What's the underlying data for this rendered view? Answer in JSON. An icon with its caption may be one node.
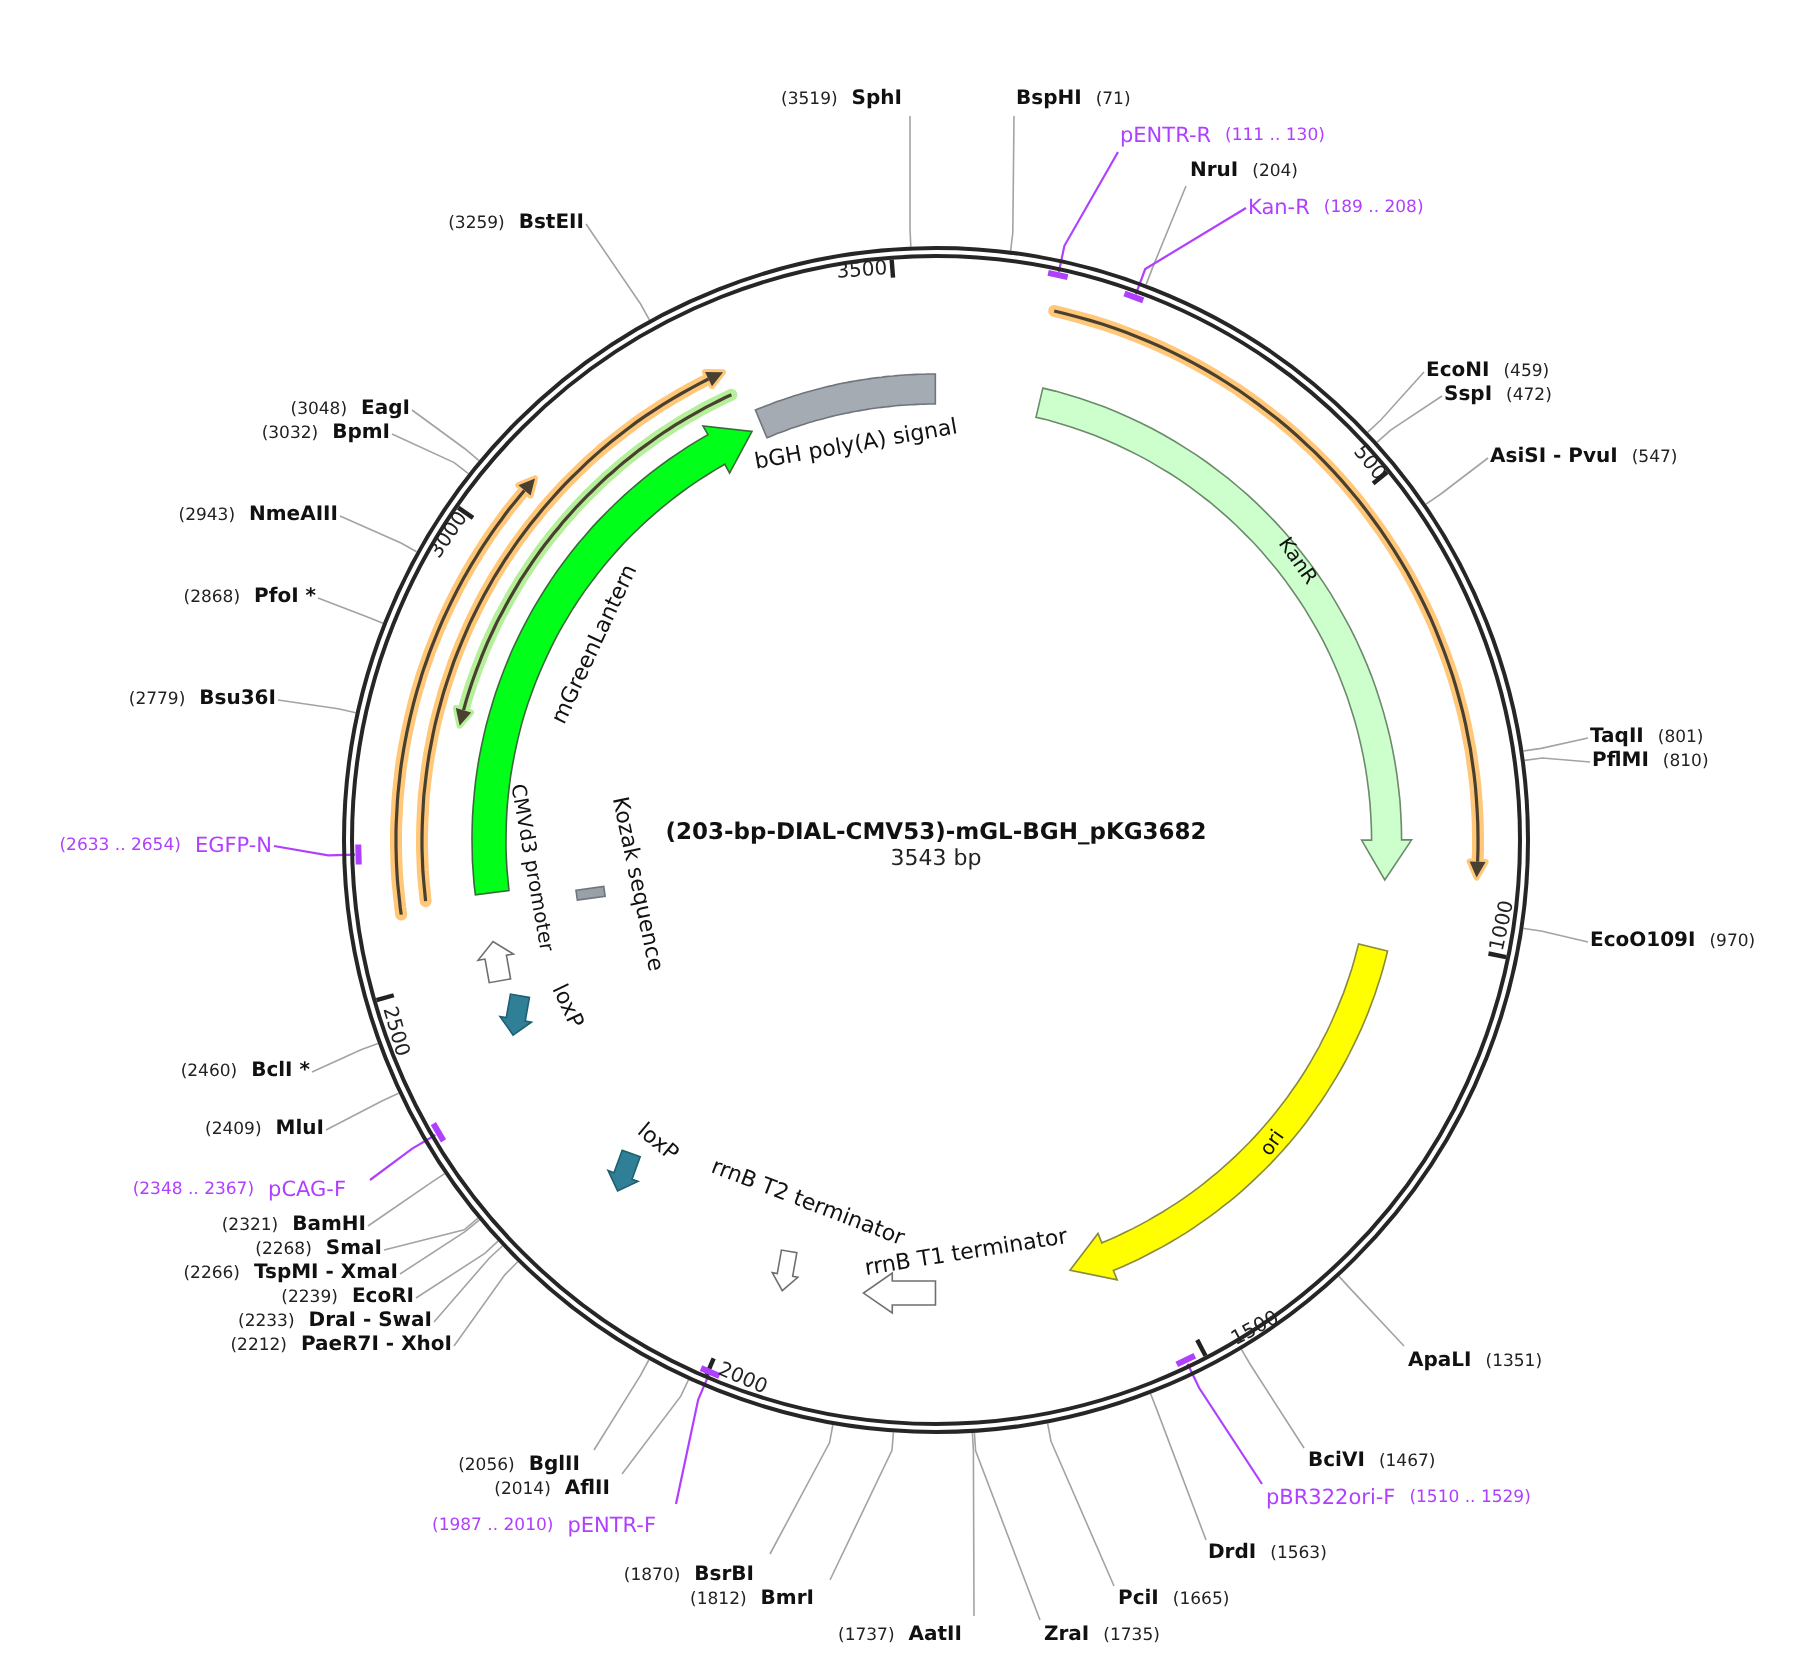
{
  "diagram": {
    "title": "(203-bp-DIAL-CMV53)-mGL-BGH_pKG3682",
    "nodes": [
      {
        "text": [],
        "shape": "circle"
      },
      {
        "text": [
          "bGH poly(A) signal"
        ],
        "in": 0
      },
      {
        "text": [
          "KanR"
        ],
        "in": 0
      },
      {
        "text": [
          "ori"
        ],
        "in": 0
      },
      {
        "text": [
          "rrnB T1 terminator"
        ],
        "in": 0
      },
      {
        "text": [
          "rrnB T2 terminator"
        ],
        "in": 0
      },
      {
        "text": [
          "loxP"
        ],
        "in": 0
      },
      {
        "text": [
          "loxP"
        ],
        "in": 0
      },
      {
        "text": [
          "CMVd3 promoter"
        ],
        "in": 0
      },
      {
        "text": [
          "Kozak sequence"
        ],
        "in": 0
      },
      {
        "text": [
          "mGreenLantern"
        ],
        "in": 0
      },
      {
        "text": [],
        "shape": "bar",
        "in": 0
      },
      {
        "text": [],
        "shape": "bar",
        "in": 0
      },
      {
        "text": [],
        "shape": "bar",
        "in": 0
      },
      {
        "text": [],
        "shape": "bar",
        "in": 0
      },
      {
        "text": [],
        "shape": "bar",
        "in": 0
      },
      {
        "text": [],
        "shape": "bar",
        "in": 0
      },
      {
        "text": [
          "(3519)",
          "SphI"
        ]
      },
      {
        "text": [
          "BspHI",
          "(71)"
        ]
      },
      {
        "text": [
          "pENTR-R",
          "(111 .. 130)"
        ]
      },
      {
        "text": [
          "NruI",
          "(204)"
        ]
      },
      {
        "text": [
          "Kan-R",
          "(189 .. 208)"
        ]
      },
      {
        "text": [
          "EcoNI",
          "(459)"
        ]
      },
      {
        "text": [
          "SspI",
          "(472)"
        ]
      },
      {
        "text": [
          "AsiSI - PvuI",
          "(547)"
        ]
      },
      {
        "text": [
          "TaqII",
          "(801)"
        ]
      },
      {
        "text": [
          "PflMI",
          "(810)"
        ]
      },
      {
        "text": [
          "EcoO109I",
          "(970)"
        ]
      },
      {
        "text": [
          "ApaLI",
          "(1351)"
        ]
      },
      {
        "text": [
          "BciVI",
          "(1467)"
        ]
      },
      {
        "text": [
          "pBR322ori-F",
          "(1510 .. 1529)"
        ]
      },
      {
        "text": [
          "DrdI",
          "(1563)"
        ]
      },
      {
        "text": [
          "PciI",
          "(1665)"
        ]
      },
      {
        "text": [
          "ZraI",
          "(1735)"
        ]
      },
      {
        "text": [
          "(1737)",
          "AatII"
        ]
      },
      {
        "text": [
          "(1812)",
          "BmrI"
        ]
      },
      {
        "text": [
          "(1870)",
          "BsrBI"
        ]
      },
      {
        "text": [
          "(1987 .. 2010)",
          "pENTR-F"
        ]
      },
      {
        "text": [
          "(2014)",
          "AflII"
        ]
      },
      {
        "text": [
          "(2056)",
          "BglII"
        ]
      },
      {
        "text": [
          "(2212)",
          "PaeR7I - XhoI"
        ]
      },
      {
        "text": [
          "(2233)",
          "DraI - SwaI"
        ]
      },
      {
        "text": [
          "(2239)",
          "EcoRI"
        ]
      },
      {
        "text": [
          "(2266)",
          "TspMI - XmaI"
        ]
      },
      {
        "text": [
          "(2268)",
          "SmaI"
        ]
      },
      {
        "text": [
          "(2321)",
          "BamHI"
        ]
      },
      {
        "text": [
          "(2348 .. 2367)",
          "pCAG-F"
        ]
      },
      {
        "text": [
          "(2409)",
          "MluI"
        ]
      },
      {
        "text": [
          "(2460)",
          "BclI *"
        ]
      },
      {
        "text": [
          "(2633 .. 2654)",
          "EGFP-N"
        ]
      },
      {
        "text": [
          "(2779)",
          "Bsu36I"
        ]
      },
      {
        "text": [
          "(2868)",
          "PfoI *"
        ]
      },
      {
        "text": [
          "(2943)",
          "NmeAIII"
        ]
      },
      {
        "text": [
          "(3032)",
          "BpmI"
        ]
      },
      {
        "text": [
          "(3048)",
          "EagI"
        ]
      },
      {
        "text": [
          "(3259)",
          "BstEII"
        ]
      }
    ],
    "edges": [
      {
        "from": 17,
        "to": 0,
        "arrow": "none"
      },
      {
        "from": 18,
        "to": 0,
        "arrow": "none"
      },
      {
        "from": 19,
        "to": 11,
        "arrow": "none",
        "color": "#b040ff"
      },
      {
        "from": 20,
        "to": 0,
        "arrow": "none"
      },
      {
        "from": 21,
        "to": 12,
        "arrow": "none",
        "color": "#b040ff"
      },
      {
        "from": 22,
        "to": 0,
        "arrow": "none"
      },
      {
        "from": 23,
        "to": 0,
        "arrow": "none"
      },
      {
        "from": 24,
        "to": 0,
        "arrow": "none"
      },
      {
        "from": 25,
        "to": 0,
        "arrow": "none"
      },
      {
        "from": 26,
        "to": 0,
        "arrow": "none"
      },
      {
        "from": 27,
        "to": 0,
        "arrow": "none"
      },
      {
        "from": 28,
        "to": 0,
        "arrow": "none"
      },
      {
        "from": 29,
        "to": 0,
        "arrow": "none"
      },
      {
        "from": 30,
        "to": 13,
        "arrow": "none",
        "color": "#b040ff"
      },
      {
        "from": 31,
        "to": 0,
        "arrow": "none"
      },
      {
        "from": 32,
        "to": 0,
        "arrow": "none"
      },
      {
        "from": 33,
        "to": 0,
        "arrow": "none"
      },
      {
        "from": 34,
        "to": 0,
        "arrow": "none"
      },
      {
        "from": 35,
        "to": 0,
        "arrow": "none"
      },
      {
        "from": 36,
        "to": 0,
        "arrow": "none"
      },
      {
        "from": 37,
        "to": 14,
        "arrow": "none",
        "color": "#b040ff"
      },
      {
        "from": 38,
        "to": 0,
        "arrow": "none"
      },
      {
        "from": 39,
        "to": 0,
        "arrow": "none"
      },
      {
        "from": 40,
        "to": 0,
        "arrow": "none"
      },
      {
        "from": 41,
        "to": 0,
        "arrow": "none"
      },
      {
        "from": 42,
        "to": 0,
        "arrow": "none"
      },
      {
        "from": 43,
        "to": 0,
        "arrow": "none"
      },
      {
        "from": 44,
        "to": 0,
        "arrow": "none"
      },
      {
        "from": 45,
        "to": 0,
        "arrow": "none"
      },
      {
        "from": 46,
        "to": 15,
        "arrow": "none",
        "color": "#b040ff"
      },
      {
        "from": 47,
        "to": 0,
        "arrow": "none"
      },
      {
        "from": 48,
        "to": 0,
        "arrow": "none"
      },
      {
        "from": 49,
        "to": 16,
        "arrow": "none",
        "color": "#b040ff"
      },
      {
        "from": 50,
        "to": 0,
        "arrow": "none"
      },
      {
        "from": 51,
        "to": 0,
        "arrow": "none"
      },
      {
        "from": 52,
        "to": 0,
        "arrow": "none"
      },
      {
        "from": 53,
        "to": 0,
        "arrow": "none"
      },
      {
        "from": 54,
        "to": 0,
        "arrow": "none"
      },
      {
        "from": 55,
        "to": 0,
        "arrow": "none"
      }
    ],
    "labels": [
      "3543 bp",
      "3500",
      "500",
      "1000",
      "1500",
      "2000",
      "2500",
      "3000"
    ]
  }
}
